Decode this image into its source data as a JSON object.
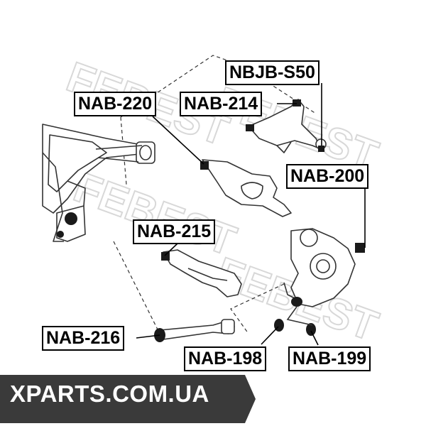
{
  "labels": {
    "nbjb_s50": "NBJB-S50",
    "nab_220": "NAB-220",
    "nab_214": "NAB-214",
    "nab_200": "NAB-200",
    "nab_215": "NAB-215",
    "nab_216": "NAB-216",
    "nab_198": "NAB-198",
    "nab_199": "NAB-199"
  },
  "watermark": {
    "brand": "FEBEST"
  },
  "banner": {
    "text": "XPARTS.COM.UA"
  },
  "colors": {
    "line": "#000000",
    "part_stroke": "#333333",
    "part_fill": "#ffffff",
    "bushing": "#1a1a1a",
    "watermark": "#d8d8d8",
    "banner_bg": "#3a3a3a",
    "banner_text": "#ffffff"
  }
}
